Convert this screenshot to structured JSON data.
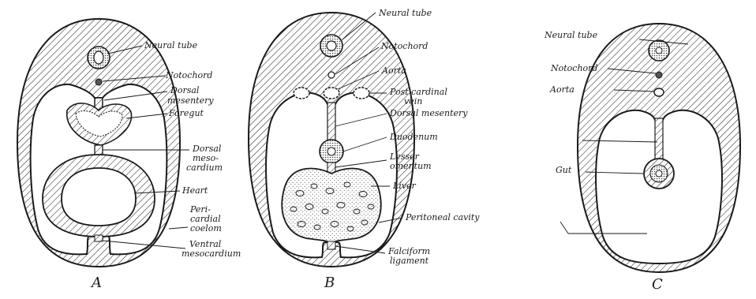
{
  "figure": {
    "panels": [
      {
        "caption": "A",
        "labels": [
          "Neural tube",
          "Notochord",
          "Dorsal",
          "mesentery",
          "Foregut",
          "Dorsal",
          "meso-",
          "cardium",
          "Heart",
          "Peri-",
          "cardial",
          "coelom",
          "Ventral",
          "mesocardium"
        ]
      },
      {
        "caption": "B",
        "labels": [
          "Neural tube",
          "Notochord",
          "Aorta",
          "Post cardinal",
          "vein",
          "Dorsal mesentery",
          "Duodenum",
          "Lesser",
          "omentum",
          "Liver",
          "Peritoneal cavity",
          "Falciform",
          "ligament"
        ]
      },
      {
        "caption": "C",
        "labels": [
          "Neural tube",
          "Notochord",
          "Aorta",
          "Gut"
        ]
      }
    ]
  }
}
